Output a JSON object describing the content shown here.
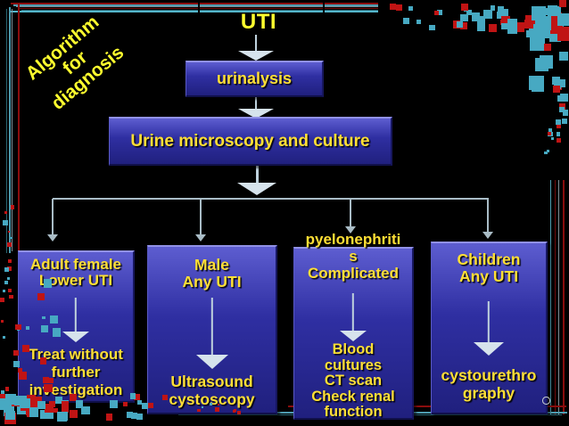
{
  "slide": {
    "corner_label": "Algorithm\nfor\ndiagnosis",
    "title": "UTI"
  },
  "flowchart": {
    "type": "flowchart",
    "step1_label": "urinalysis",
    "step2_label": "Urine microscopy and culture",
    "branches": [
      {
        "condition": "Adult female\nLower UTI",
        "action": "Treat without\nfurther\ninvestigation"
      },
      {
        "condition": "Male\nAny UTI",
        "action": "Ultrasound\ncystoscopy"
      },
      {
        "condition": "pyelonephriti\ns\nComplicated",
        "action": "Blood\ncultures\nCT scan\nCheck renal\nfunction"
      },
      {
        "condition": "Children\nAny UTI",
        "action": "cystourethro\ngraphy"
      }
    ]
  },
  "colors": {
    "background": "#000000",
    "box_fill": "#2f2fa2",
    "box_top": "#5d5dd0",
    "box_bottom": "#20207e",
    "box_highlight": "#9191e6",
    "box_shadow_edge": "#10104a",
    "text_yellow": "#ffdf35",
    "title_yellow": "#ffff2e",
    "arrow_shaft": "#bfd2dd",
    "arrow_head": "#d6e3ec",
    "connector": "#a9bcc6",
    "frame_red": "#8a0d0d",
    "frame_red_dim": "#6f0b0b",
    "frame_teal": "#4e9cb0",
    "frame_teal_bright": "#55b7cc",
    "frame_teal_dim": "#2a6875",
    "frame_gray": "#7e8e96",
    "pixel_teal": "#47a9c2",
    "pixel_red": "#c01414"
  }
}
